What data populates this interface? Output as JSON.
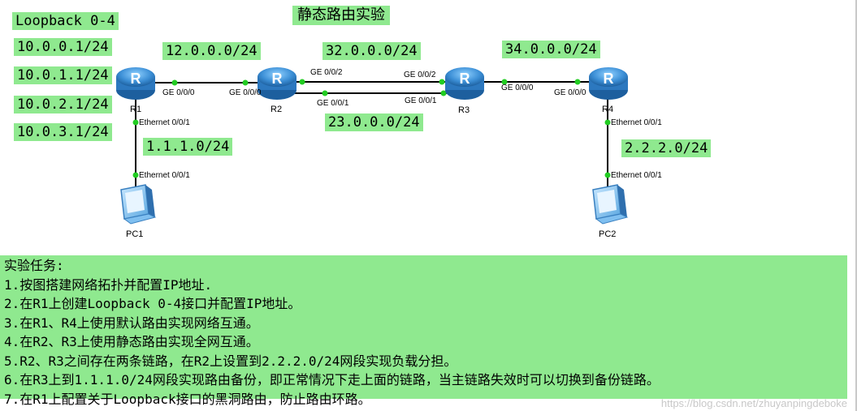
{
  "title": "静态路由实验",
  "loopback_header": "Loopback 0-4",
  "loopbacks": [
    "10.0.0.1/24",
    "10.0.1.1/24",
    "10.0.2.1/24",
    "10.0.3.1/24"
  ],
  "networks": {
    "r1_r2": "12.0.0.0/24",
    "r2_r3_top": "32.0.0.0/24",
    "r2_r3_bottom": "23.0.0.0/24",
    "r3_r4": "34.0.0.0/24",
    "r1_pc1": "1.1.1.0/24",
    "r4_pc2": "2.2.2.0/24"
  },
  "devices": {
    "r1": "R1",
    "r2": "R2",
    "r3": "R3",
    "r4": "R4",
    "pc1": "PC1",
    "pc2": "PC2",
    "router_glyph": "R"
  },
  "ports": {
    "r1_ge": "GE 0/0/0",
    "r2_ge_left": "GE 0/0/0",
    "r2_ge_top": "GE 0/0/2",
    "r2_ge_bottom": "GE 0/0/1",
    "r3_ge_top": "GE 0/0/2",
    "r3_ge_bottom": "GE 0/0/1",
    "r3_ge_right": "GE 0/0/0",
    "r4_ge": "GE 0/0/0",
    "r1_eth": "Ethernet 0/0/1",
    "pc1_eth": "Ethernet 0/0/1",
    "r4_eth": "Ethernet 0/0/1",
    "pc2_eth": "Ethernet 0/0/1"
  },
  "task": {
    "heading": "实验任务:",
    "items": [
      "1.按图搭建网络拓扑并配置IP地址.",
      "2.在R1上创建Loopback 0-4接口并配置IP地址。",
      "3.在R1、R4上使用默认路由实现网络互通。",
      "4.在R2、R3上使用静态路由实现全网互通。",
      "5.R2、R3之间存在两条链路，在R2上设置到2.2.2.0/24网段实现负载分担。",
      "6.在R3上到1.1.1.0/24网段实现路由备份，即正常情况下走上面的链路，当主链路失效时可以切换到备份链路。",
      "7.在R1上配置关于Loopback接口的黑洞路由，防止路由环路。"
    ]
  },
  "watermark": "https://blog.csdn.net/zhuyanpingdeboke",
  "colors": {
    "label_bg": "#8fe98f",
    "link_dot": "#22cc22",
    "router_body": "#3c8fd6"
  }
}
